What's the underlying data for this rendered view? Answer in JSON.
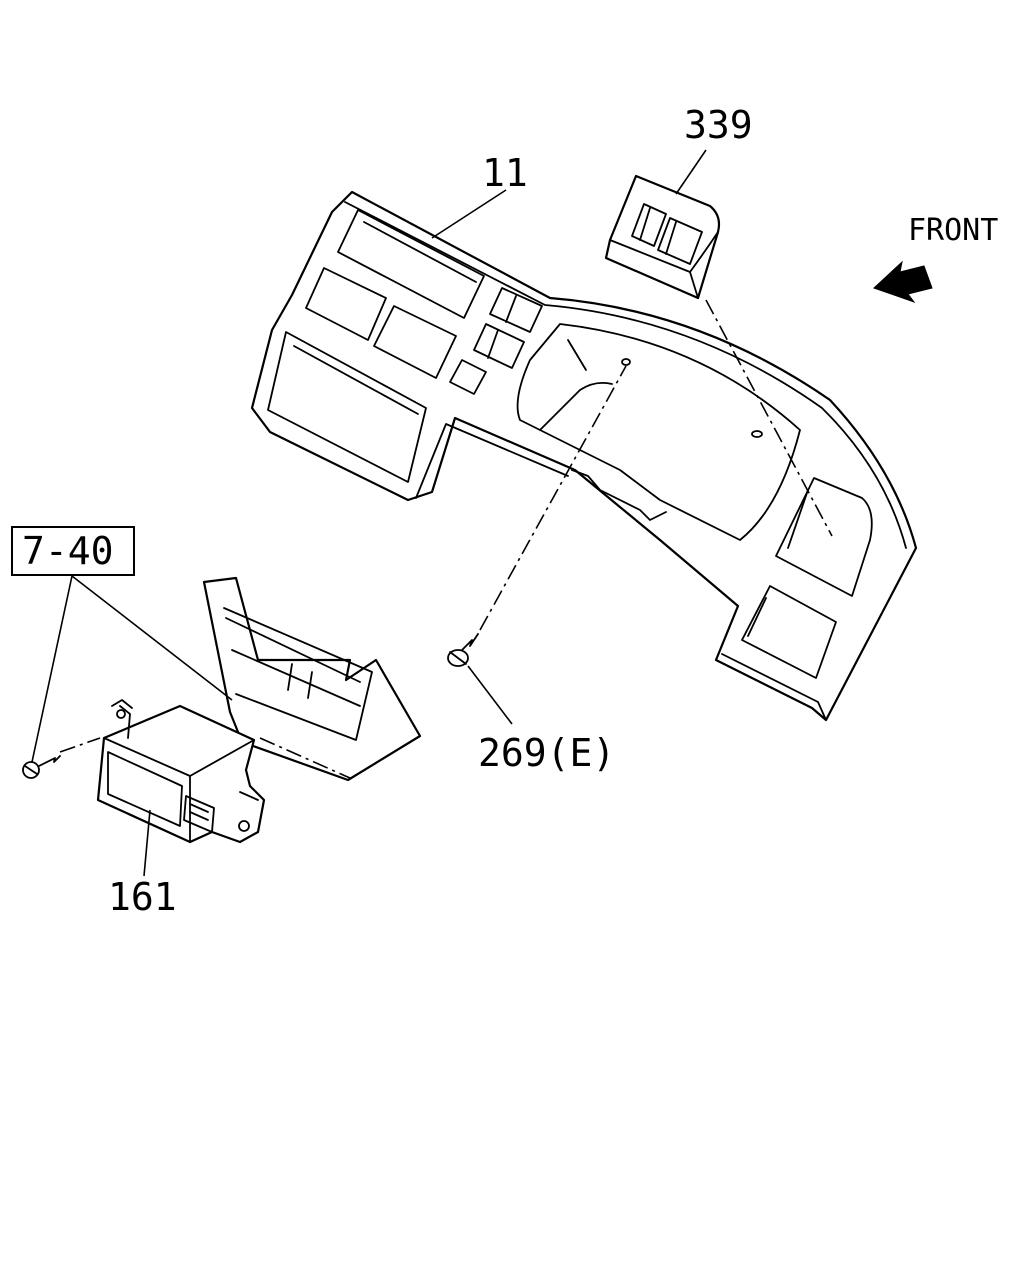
{
  "callouts": {
    "panel": "11",
    "switch_bezel": "339",
    "screw_right": "269(E)",
    "ref_box": "7-40",
    "radio_unit": "161"
  },
  "direction": {
    "label": "FRONT"
  },
  "colors": {
    "line": "#000000",
    "background": "#ffffff"
  }
}
